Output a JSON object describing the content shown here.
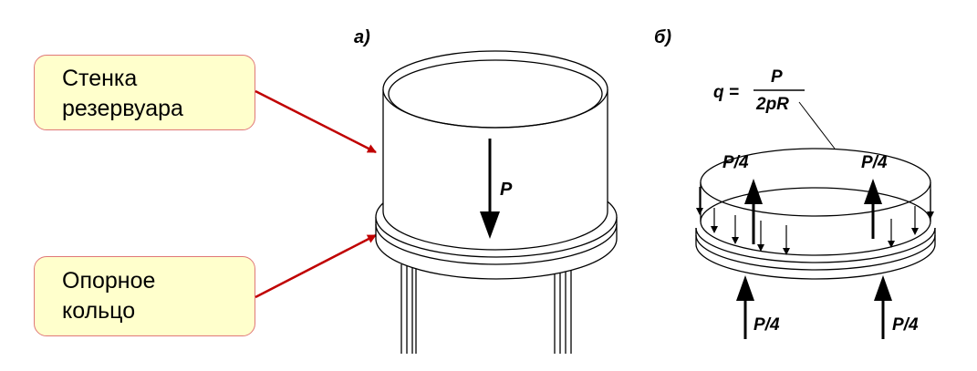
{
  "callouts": {
    "wall": {
      "line1": "Стенка",
      "line2": "резервуара"
    },
    "ring": {
      "line1": "Опорное",
      "line2": "кольцо"
    }
  },
  "panels": {
    "a": "а)",
    "b": "б)"
  },
  "labels": {
    "force_p": "P",
    "formula_lhs": "q =",
    "formula_num": "P",
    "formula_den": "2pR",
    "quarter_load": "P/4"
  },
  "colors": {
    "callout_fill": "#ffffcc",
    "callout_border": "#e07878",
    "arrow_red": "#c00000"
  }
}
